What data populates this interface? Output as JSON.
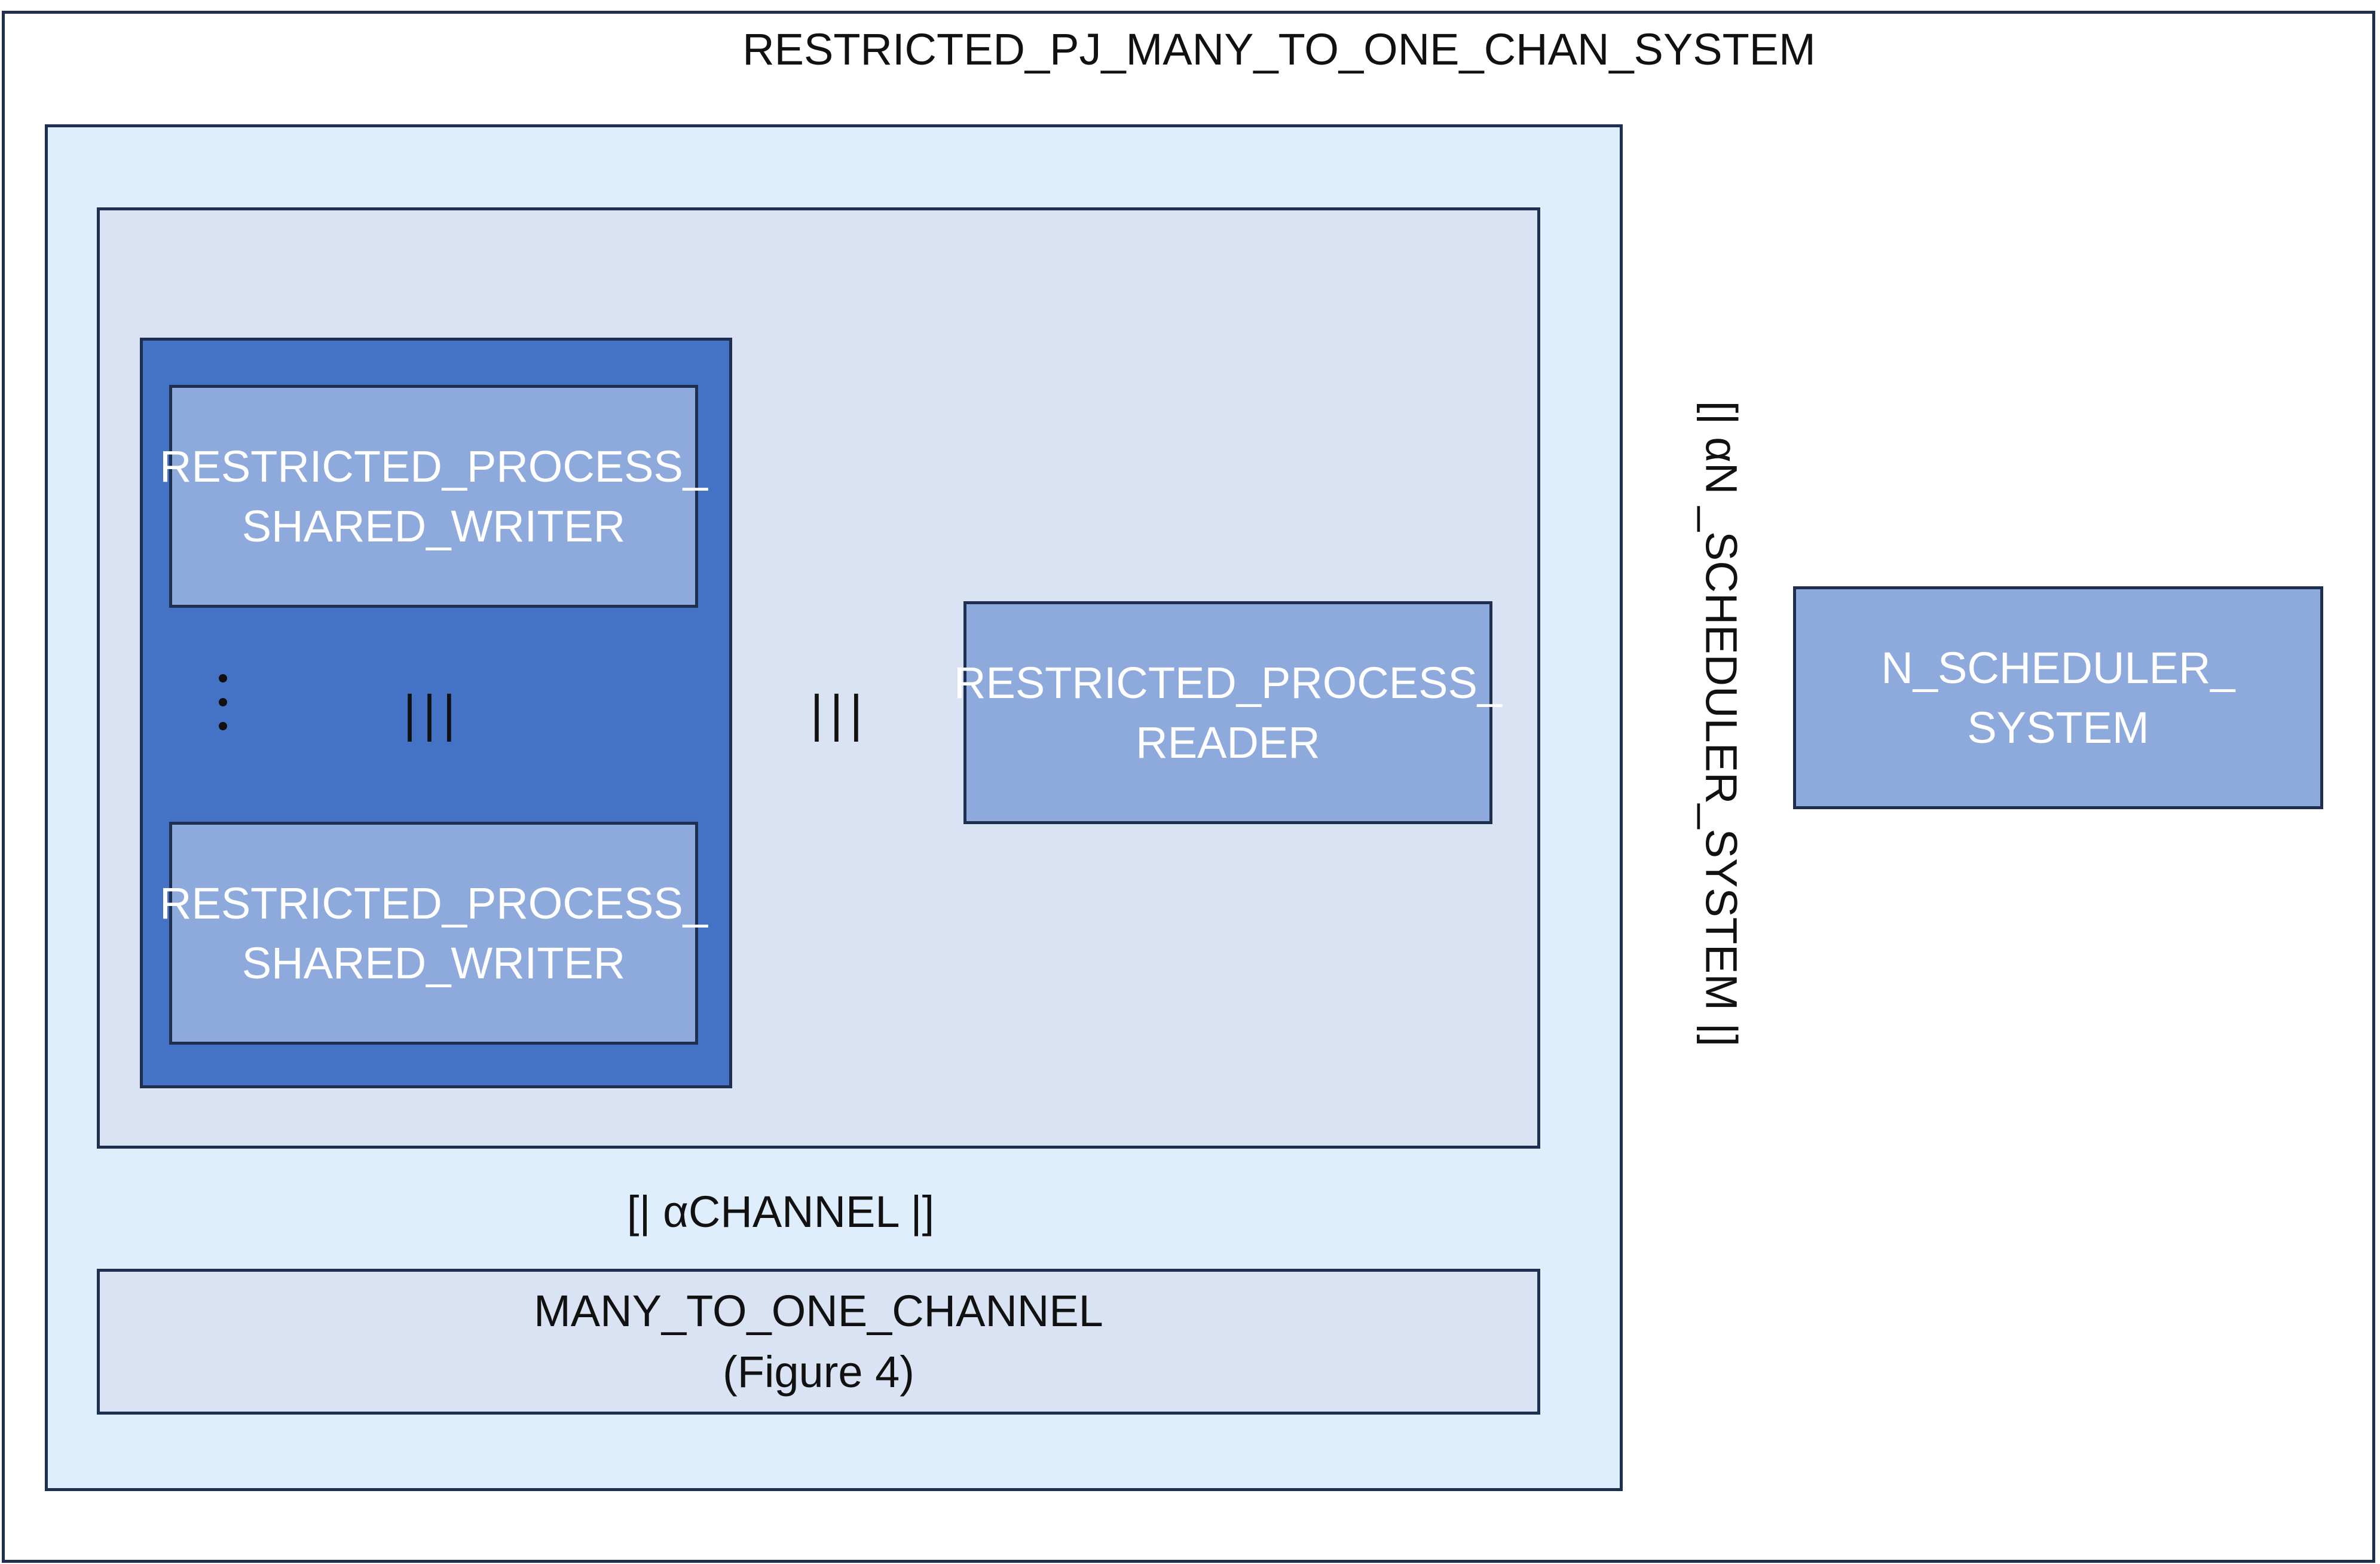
{
  "diagram": {
    "outer_title": "RESTRICTED_PJ_MANY_TO_ONE_CHAN_SYSTEM",
    "writer_top": [
      "RESTRICTED_PROCESS_",
      "SHARED_WRITER"
    ],
    "writer_bottom": [
      "RESTRICTED_PROCESS_",
      "SHARED_WRITER"
    ],
    "writers_parallel_operator": "|||",
    "writers_to_reader_operator": "|||",
    "reader": [
      "RESTRICTED_PROCESS_",
      "READER"
    ],
    "alpha_channel_sync": "[| αCHANNEL |]",
    "channel": {
      "name": "MANY_TO_ONE_CHANNEL",
      "reference": "(Figure 4)"
    },
    "scheduler_sync": "[| αN _SCHEDULER_SYSTEM |]",
    "scheduler": [
      "N_SCHEDULER_",
      "SYSTEM"
    ]
  },
  "colors": {
    "outer_border": "#1f2f4f",
    "light_blue": "#dfeefd",
    "gray_blue": "#d9e3f3",
    "dark_blue": "#4472c4",
    "mid_blue": "#8eaadc",
    "process_text": "#ffffff"
  }
}
